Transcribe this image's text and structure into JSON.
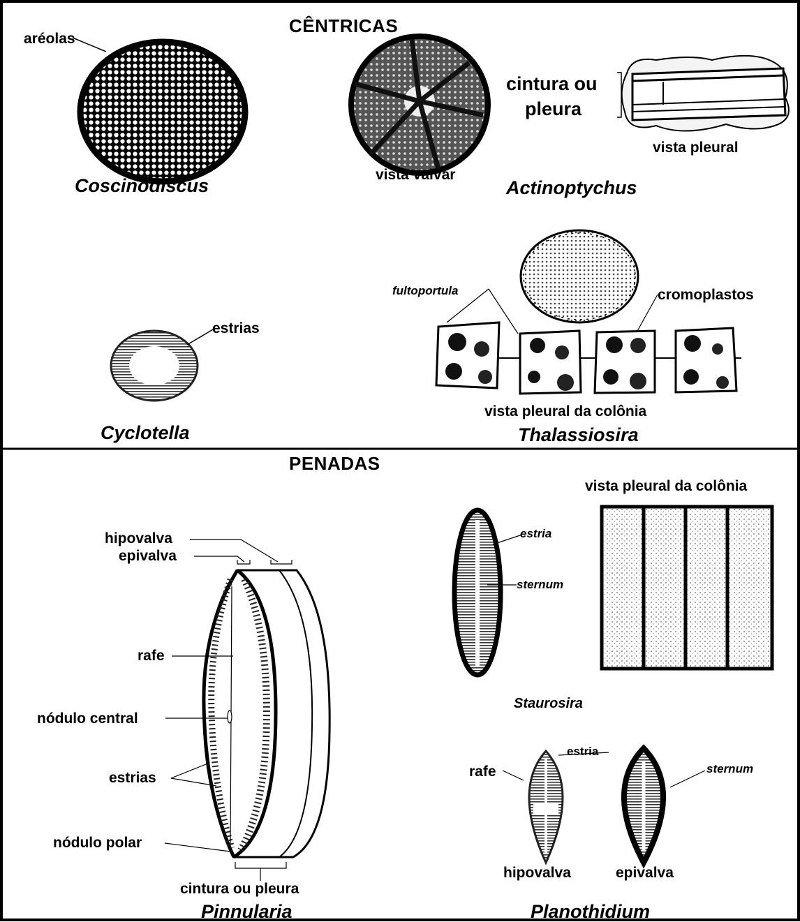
{
  "sections": {
    "centricas": "CÊNTRICAS",
    "penadas": "PENADAS"
  },
  "centricas": {
    "coscinodiscus": {
      "genus": "Coscinodiscus",
      "areolas": "aréolas"
    },
    "actinoptychus": {
      "genus": "Actinoptychus",
      "vista_valvar": "vista valvar",
      "cintura_ou": "cintura ou",
      "pleura": "pleura",
      "vista_pleural": "vista pleural"
    },
    "cyclotella": {
      "genus": "Cyclotella",
      "estrias": "estrias"
    },
    "thalassiosira": {
      "genus": "Thalassiosira",
      "fultoportula": "fultoportula",
      "cromoplastos": "cromoplastos",
      "vista_colonia": "vista pleural da colônia"
    }
  },
  "penadas": {
    "pinnularia": {
      "genus": "Pinnularia",
      "hipovalva": "hipovalva",
      "epivalva": "epivalva",
      "rafe": "rafe",
      "nodulo_central": "nódulo central",
      "estrias": "estrias",
      "nodulo_polar": "nódulo polar",
      "cintura_ou_pleura": "cintura ou pleura"
    },
    "staurosira": {
      "genus": "Staurosira",
      "estria": "estria",
      "sternum": "sternum",
      "vista_colonia": "vista pleural da colônia"
    },
    "planothidium": {
      "genus": "Planothidium",
      "rafe": "rafe",
      "estria": "estria",
      "sternum": "sternum",
      "hipovalva": "hipovalva",
      "epivalva": "epivalva"
    }
  }
}
